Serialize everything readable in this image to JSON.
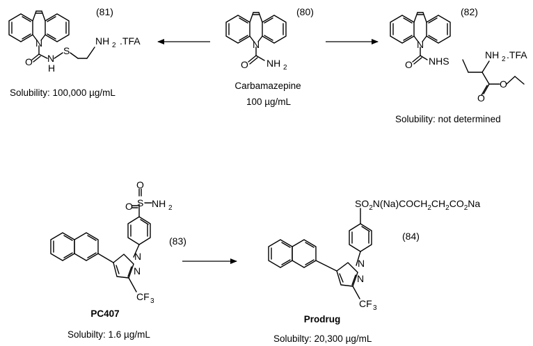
{
  "compounds": {
    "c81": {
      "number": "(81)",
      "salt": ".TFA",
      "solubility": "Solubility: 100,000 µg/mL"
    },
    "c80": {
      "number": "(80)",
      "name": "Carbamazepine",
      "solubility": "100 µg/mL"
    },
    "c82": {
      "number": "(82)",
      "salt": ".TFA",
      "solubility": "Solubility: not determined"
    },
    "c83": {
      "number": "(83)",
      "name": "PC407",
      "solubility": "Solubilty: 1.6 µg/mL"
    },
    "c84": {
      "number": "(84)",
      "name": "Prodrug",
      "solubility": "Solubilty: 20,300 µg/mL",
      "substituent_prefix": "SO",
      "substituent_sub": "2",
      "substituent_mid": "N(Na)COCH",
      "substituent_sub2": "2",
      "substituent_mid2": "CH",
      "substituent_sub3": "2",
      "substituent_mid3": "CO",
      "substituent_sub4": "2",
      "substituent_end": "Na"
    }
  },
  "atoms": {
    "N": "N",
    "O": "O",
    "H": "H",
    "S": "S",
    "NH": "NH",
    "NH2": "NH",
    "two": "2",
    "NHS": "NHS",
    "F": "F",
    "three": "3",
    "CF": "CF"
  }
}
